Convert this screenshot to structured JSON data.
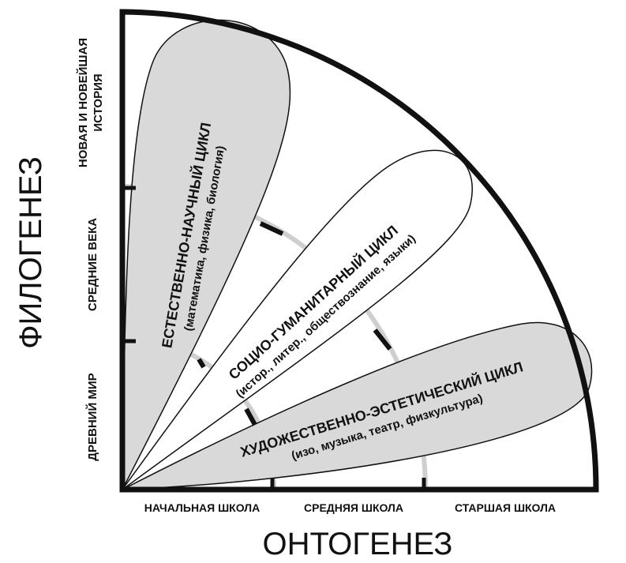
{
  "axes": {
    "y_title": "ФИЛОГЕНЕЗ",
    "x_title": "ОНТОГЕНЕЗ",
    "y_labels": [
      "ДРЕВНИЙ МИР",
      "СРЕДНИЕ ВЕКА",
      "НОВАЯ И НОВЕЙШАЯ",
      "ИСТОРИЯ"
    ],
    "x_labels": [
      "НАЧАЛЬНАЯ ШКОЛА",
      "СРЕДНЯЯ ШКОЛА",
      "СТАРШАЯ ШКОЛА"
    ]
  },
  "petals": [
    {
      "title": "ЕСТЕСТВЕННО-НАУЧНЫЙ ЦИКЛ",
      "subtitle": "(математика, физика, биология)",
      "fill": "#d9d9d9"
    },
    {
      "title": "СОЦИО-ГУМАНИТАРНЫЙ ЦИКЛ",
      "subtitle": "(истор., литер., обществознание, языки)",
      "fill": "#ffffff"
    },
    {
      "title": "ХУДОЖЕСТВЕННО-ЭСТЕТИЧЕСКИЙ ЦИКЛ",
      "subtitle": "(изо, музыка, театр, физкультура)",
      "fill": "#d9d9d9"
    }
  ]
}
